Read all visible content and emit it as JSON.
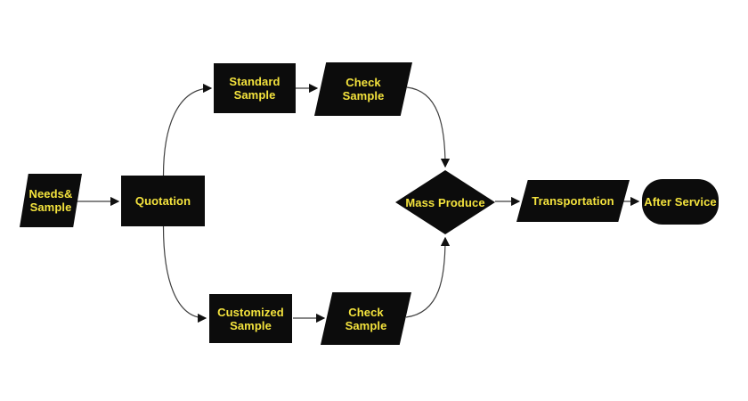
{
  "colors": {
    "canvas_bg": "#ffffff",
    "node_fill": "#0c0c0c",
    "text_color": "#f4e33d",
    "edge_color": "#3f3f3f",
    "arrow_color": "#101010"
  },
  "diagram": {
    "type": "flowchart"
  },
  "nodes": {
    "needs_sample": {
      "shape": "parallelogram",
      "lines": [
        "Needs&",
        "Sample"
      ]
    },
    "quotation": {
      "shape": "rectangle",
      "lines": [
        "Quotation"
      ]
    },
    "standard_sample": {
      "shape": "rectangle",
      "lines": [
        "Standard",
        "Sample"
      ]
    },
    "check_sample_top": {
      "shape": "parallelogram",
      "lines": [
        "Check",
        "Sample"
      ]
    },
    "customized_sample": {
      "shape": "rectangle",
      "lines": [
        "Customized",
        "Sample"
      ]
    },
    "check_sample_bottom": {
      "shape": "parallelogram",
      "lines": [
        "Check",
        "Sample"
      ]
    },
    "mass_produce": {
      "shape": "diamond",
      "lines": [
        "Mass Produce"
      ]
    },
    "transportation": {
      "shape": "parallelogram",
      "lines": [
        "Transportation"
      ]
    },
    "after_service": {
      "shape": "terminator",
      "lines": [
        "After Service"
      ]
    }
  },
  "edges": [
    {
      "from": "needs_sample",
      "to": "quotation"
    },
    {
      "from": "quotation",
      "to": "standard_sample"
    },
    {
      "from": "standard_sample",
      "to": "check_sample_top"
    },
    {
      "from": "check_sample_top",
      "to": "mass_produce"
    },
    {
      "from": "quotation",
      "to": "customized_sample"
    },
    {
      "from": "customized_sample",
      "to": "check_sample_bottom"
    },
    {
      "from": "check_sample_bottom",
      "to": "mass_produce"
    },
    {
      "from": "mass_produce",
      "to": "transportation"
    },
    {
      "from": "transportation",
      "to": "after_service"
    }
  ]
}
